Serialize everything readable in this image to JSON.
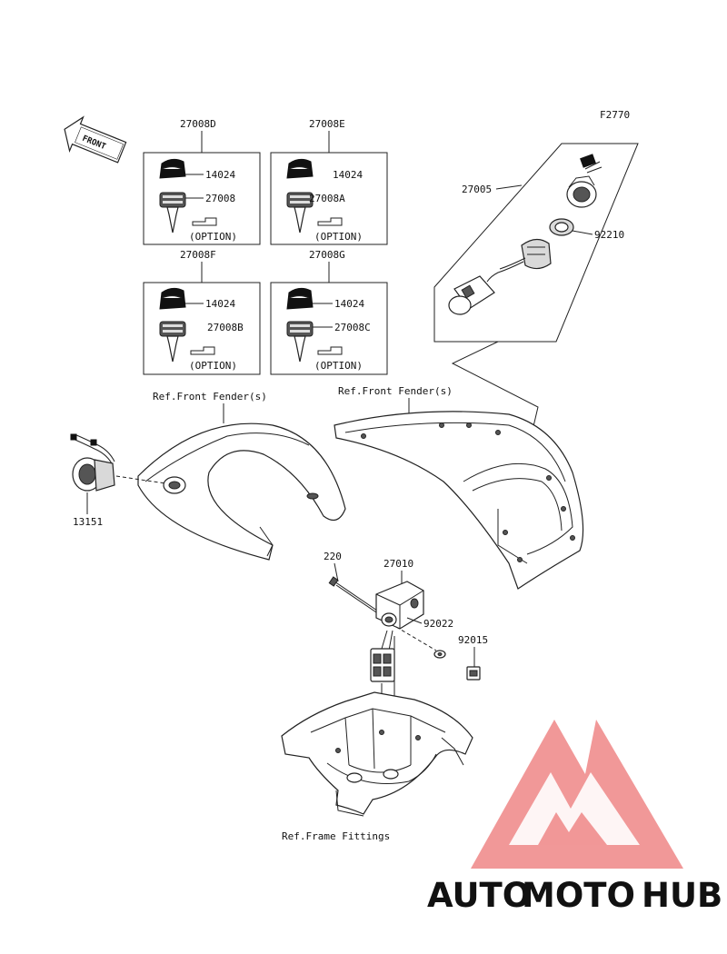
{
  "diagram": {
    "code": "F2770",
    "front_label": "FRONT",
    "key_sets": [
      {
        "id": "27008D",
        "cover": "14024",
        "key": "27008",
        "option": "(OPTION)"
      },
      {
        "id": "27008E",
        "cover": "14024",
        "key": "27008A",
        "option": "(OPTION)"
      },
      {
        "id": "27008F",
        "cover": "14024",
        "key": "27008B",
        "option": "(OPTION)"
      },
      {
        "id": "27008G",
        "cover": "14024",
        "key": "27008C",
        "option": "(OPTION)"
      }
    ],
    "parts": {
      "ignition_switch": "27005",
      "ignition_nut": "92210",
      "socket": "13151",
      "bracket": "27010",
      "bolt": "220",
      "washer": "92022",
      "nut": "92015"
    },
    "references": {
      "front_fender_left": "Ref.Front Fender(s)",
      "front_fender_right": "Ref.Front Fender(s)",
      "frame_fittings": "Ref.Frame Fittings"
    }
  },
  "watermark": {
    "word_auto": "AUTO",
    "word_moto": "MOTO",
    "word_hub": "HUB",
    "colors": {
      "triangle": "#ef8a8a",
      "auto": "#f7b74a",
      "moto": "#ef7c7c",
      "hub": "#8a8a8a"
    }
  }
}
